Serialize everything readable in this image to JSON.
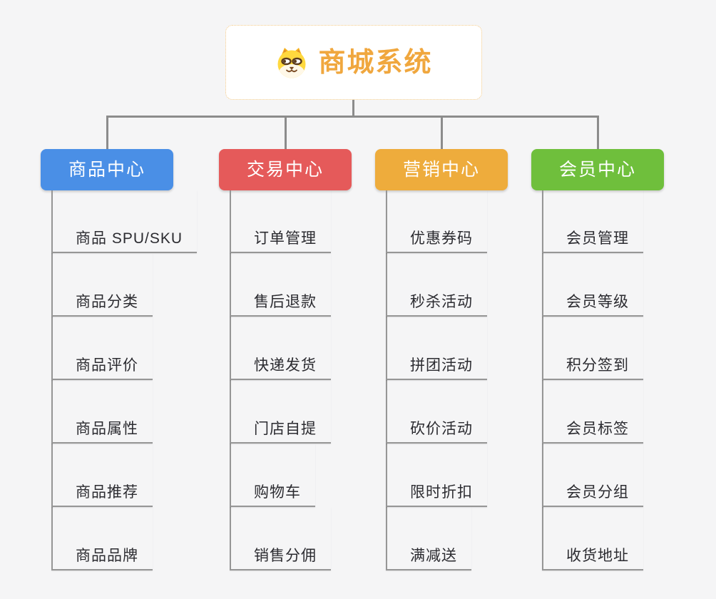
{
  "root": {
    "label": "商城系统",
    "icon": "shiba-dog-icon",
    "text_color": "#f0a73e",
    "border_color": "#f3c884"
  },
  "colors": {
    "background": "#f5f5f6",
    "connector": "#8c8c8c",
    "topic_line": "#969696",
    "topic_text": "#2b2b30"
  },
  "branches": [
    {
      "label": "商品中心",
      "color": "#4a8fe6",
      "items": [
        "商品 SPU/SKU",
        "商品分类",
        "商品评价",
        "商品属性",
        "商品推荐",
        "商品品牌"
      ]
    },
    {
      "label": "交易中心",
      "color": "#e55a5a",
      "items": [
        "订单管理",
        "售后退款",
        "快递发货",
        "门店自提",
        "购物车",
        "销售分佣"
      ]
    },
    {
      "label": "营销中心",
      "color": "#eeac3c",
      "items": [
        "优惠券码",
        "秒杀活动",
        "拼团活动",
        "砍价活动",
        "限时折扣",
        "满减送"
      ]
    },
    {
      "label": "会员中心",
      "color": "#6fbf3c",
      "items": [
        "会员管理",
        "会员等级",
        "积分签到",
        "会员标签",
        "会员分组",
        "收货地址"
      ]
    }
  ]
}
